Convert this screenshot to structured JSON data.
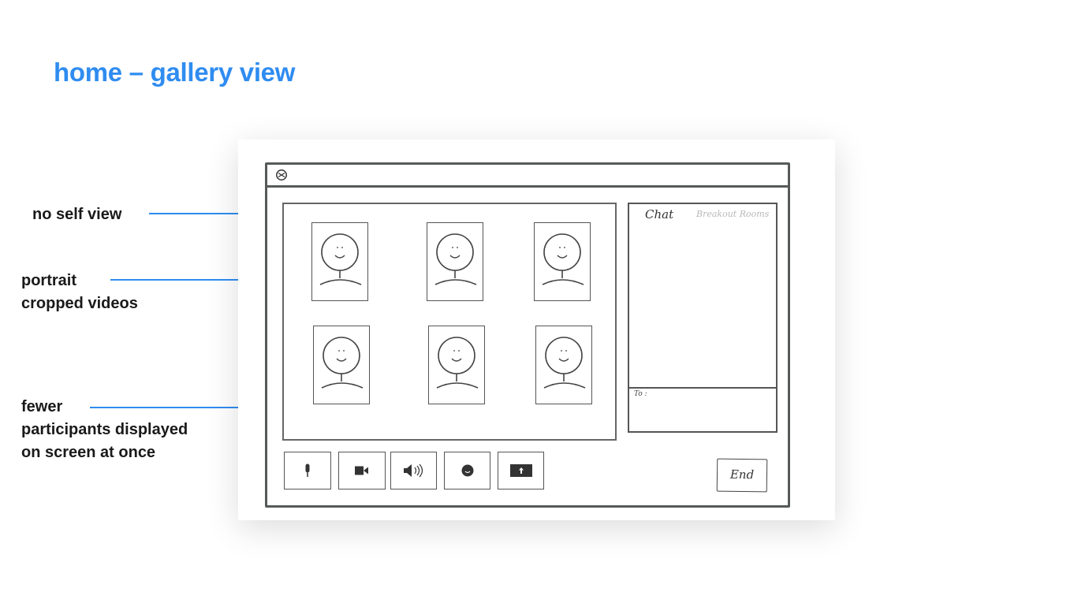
{
  "slide": {
    "title": "home – gallery view"
  },
  "annotations": [
    {
      "lines": [
        "no self view"
      ]
    },
    {
      "lines": [
        "portrait",
        "cropped videos"
      ]
    },
    {
      "lines": [
        "fewer",
        "participants displayed",
        "on screen at once"
      ]
    }
  ],
  "sketch": {
    "app_logo_icon": "camera-logo-icon",
    "side_panel": {
      "tabs": [
        "Chat",
        "Breakout Rooms"
      ],
      "compose_label": "To :"
    },
    "participants_count": 6,
    "controls": [
      {
        "name": "mic-button",
        "icon": "microphone-icon"
      },
      {
        "name": "camera-button",
        "icon": "video-camera-icon"
      },
      {
        "name": "speaker-button",
        "icon": "speaker-icon"
      },
      {
        "name": "reactions-button",
        "icon": "smiley-icon"
      },
      {
        "name": "share-screen-button",
        "icon": "share-screen-icon"
      }
    ],
    "end_label": "End"
  },
  "colors": {
    "accent": "#2f8cf0",
    "sketch_line": "#555a58",
    "text": "#1a1a1a"
  }
}
